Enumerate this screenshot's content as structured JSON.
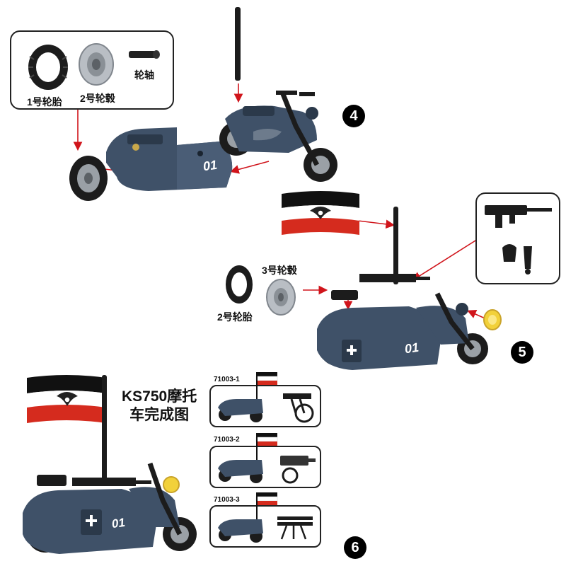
{
  "colors": {
    "body": "#3f5168",
    "body_dark": "#2b394a",
    "tire": "#1c1c1c",
    "rim": "#9aa0a6",
    "arrow": "#d0141b",
    "flag_red": "#d52b1e",
    "light_yellow": "#f2d13a"
  },
  "steps": {
    "step4": {
      "number": "4",
      "tire_label": "1号轮胎",
      "rim_label": "2号轮毂",
      "axle_label": "轮轴",
      "sidecar_text": "01"
    },
    "step5": {
      "number": "5",
      "tire_label": "2号轮胎",
      "rim_label": "3号轮毂",
      "sidecar_text": "01"
    },
    "step6": {
      "number": "6",
      "sidecar_text": "01"
    }
  },
  "final": {
    "title_line1": "KS750摩托",
    "title_line2": "车完成图"
  },
  "variants": [
    {
      "code": "71003-1"
    },
    {
      "code": "71003-2"
    },
    {
      "code": "71003-3"
    }
  ],
  "icons": [
    "tire-icon",
    "rim-icon",
    "axle-icon",
    "flag-icon",
    "motorcycle-icon",
    "sidecar-icon",
    "machine-gun-icon",
    "headlight-icon",
    "ammo-box-icon"
  ]
}
